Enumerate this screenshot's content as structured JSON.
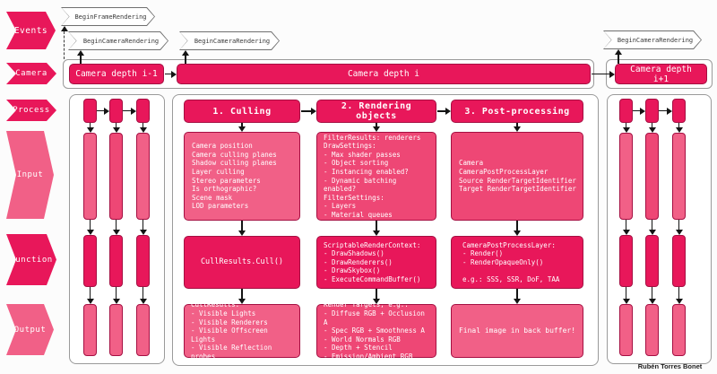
{
  "colors": {
    "crimson": "#e8175a",
    "pink_light": "#f16087",
    "pink_medium": "#ee4775",
    "box_border": "#a50f42",
    "container_border": "#9a9a9a",
    "arrow": "#141414"
  },
  "row_labels": {
    "events": "Events",
    "camera": "Camera",
    "process": "Process",
    "input": "Input",
    "function": "Function",
    "output": "Output"
  },
  "events": {
    "frame": "BeginFrameRendering",
    "camera_prev": "BeginCameraRendering",
    "camera_current": "BeginCameraRendering",
    "camera_next": "BeginCameraRendering"
  },
  "camera_row": {
    "prev": "Camera depth i-1",
    "current": "Camera depth i",
    "next": "Camera depth i+1"
  },
  "pipeline": {
    "culling": {
      "title": "1. Culling",
      "input": "Camera position\nCamera culling planes\nShadow culling planes\nLayer culling\nStereo parameters\nIs orthographic?\nScene mask\nLOD parameters",
      "function": "CullResults.Cull()",
      "output": "CullResults:\n- Visible Lights\n- Visible Renderers\n- Visible Offscreen Lights\n- Visible Reflection probes"
    },
    "rendering": {
      "title": "2. Rendering objects",
      "input": "FilterResults: renderers\nDrawSettings:\n- Max shader passes\n- Object sorting\n- Instancing enabled?\n- Dynamic batching enabled?\nFilterSettings:\n- Layers\n- Material queues",
      "function": "ScriptableRenderContext:\n- DrawShadows()\n- DrawRenderers()\n- DrawSkybox()\n- ExecuteCommandBuffer()",
      "output": "Render Targets, e.g.:\n- Diffuse RGB + Occlusion A\n- Spec RGB + Smoothness A\n- World Normals RGB\n- Depth + Stencil\n- Emission/Ambient RGB"
    },
    "postprocessing": {
      "title": "3. Post-processing",
      "input": "Camera\nCameraPostProcessLayer\nSource RenderTargetIdentifier\nTarget RenderTargetIdentifier",
      "function": "CameraPostProcessLayer:\n- Render()\n- RenderOpaqueOnly()\n\ne.g.: SSS, SSR, DoF, TAA",
      "output": "Final image in back buffer!"
    }
  },
  "credit": "Rubén Torres Bonet"
}
